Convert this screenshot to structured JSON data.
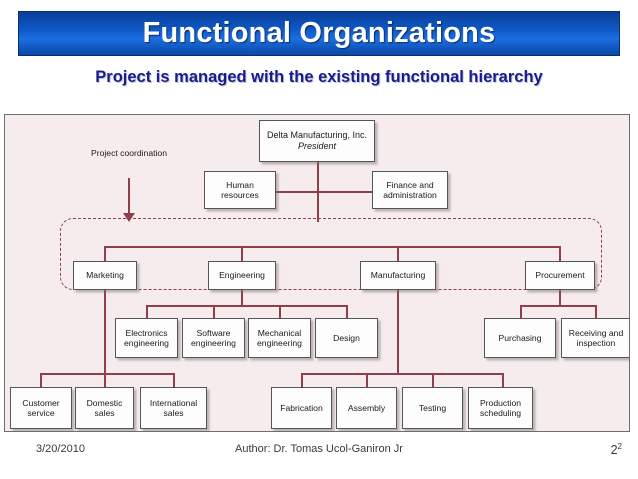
{
  "slide": {
    "title": "Functional Organizations",
    "subtitle": "Project is managed with the existing functional hierarchy"
  },
  "colors": {
    "banner_blue": "#0d56c4",
    "subtitle_navy": "#171c8f",
    "panel_pink": "#f6eced",
    "connector_maroon": "#8e3f49",
    "box_fill": "#fdfdfd",
    "box_border": "#555555"
  },
  "chart": {
    "coordination_label": "Project\ncoordination",
    "coordination_label_line1": "Project",
    "coordination_label_line2": "coordination",
    "root": {
      "line1": "Delta Manufacturing, Inc.",
      "line2": "President"
    },
    "tier2": [
      {
        "line1": "Human",
        "line2": "resources"
      },
      {
        "line1": "Finance and",
        "line2": "administration"
      }
    ],
    "tier3": [
      {
        "line1": "Marketing",
        "line2": ""
      },
      {
        "line1": "Engineering",
        "line2": ""
      },
      {
        "line1": "Manufacturing",
        "line2": ""
      },
      {
        "line1": "Procurement",
        "line2": ""
      }
    ],
    "tier4_engineering": [
      {
        "line1": "Electronics",
        "line2": "engineering"
      },
      {
        "line1": "Software",
        "line2": "engineering"
      },
      {
        "line1": "Mechanical",
        "line2": "engineering"
      },
      {
        "line1": "Design",
        "line2": ""
      }
    ],
    "tier4_procurement": [
      {
        "line1": "Purchasing",
        "line2": ""
      },
      {
        "line1": "Receiving and",
        "line2": "inspection"
      }
    ],
    "tier5_marketing": [
      {
        "line1": "Customer",
        "line2": "service"
      },
      {
        "line1": "Domestic",
        "line2": "sales"
      },
      {
        "line1": "International",
        "line2": "sales"
      }
    ],
    "tier5_manufacturing": [
      {
        "line1": "Fabrication",
        "line2": ""
      },
      {
        "line1": "Assembly",
        "line2": ""
      },
      {
        "line1": "Testing",
        "line2": ""
      },
      {
        "line1": "Production",
        "line2": "scheduling"
      }
    ]
  },
  "footer": {
    "date": "3/20/2010",
    "author": "Author: Dr. Tomas Ucol-Ganiron Jr",
    "page": "2",
    "page_superscript": "2"
  }
}
